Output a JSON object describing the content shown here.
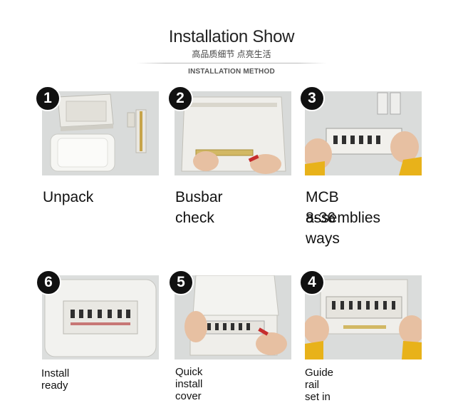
{
  "header": {
    "title": "Installation Show",
    "subtitle": "高品质细节 点亮生活",
    "method": "INSTALLATION METHOD"
  },
  "steps": [
    {
      "number": "1",
      "caption": "Unpack"
    },
    {
      "number": "2",
      "caption": "Busbar check"
    },
    {
      "number": "3",
      "caption_line1": "MCB assemblies",
      "caption_line2": "8-36 ways"
    },
    {
      "number": "6",
      "caption": "Install ready"
    },
    {
      "number": "5",
      "caption": "Quick install cover"
    },
    {
      "number": "4",
      "caption": "Guide rail set in"
    }
  ],
  "colors": {
    "badge": "#111111",
    "photo_bg": "#d6d8d7",
    "enclosure": "#f3f3f1",
    "glove": "#e8b21a",
    "busbar": "#c9a64a"
  }
}
